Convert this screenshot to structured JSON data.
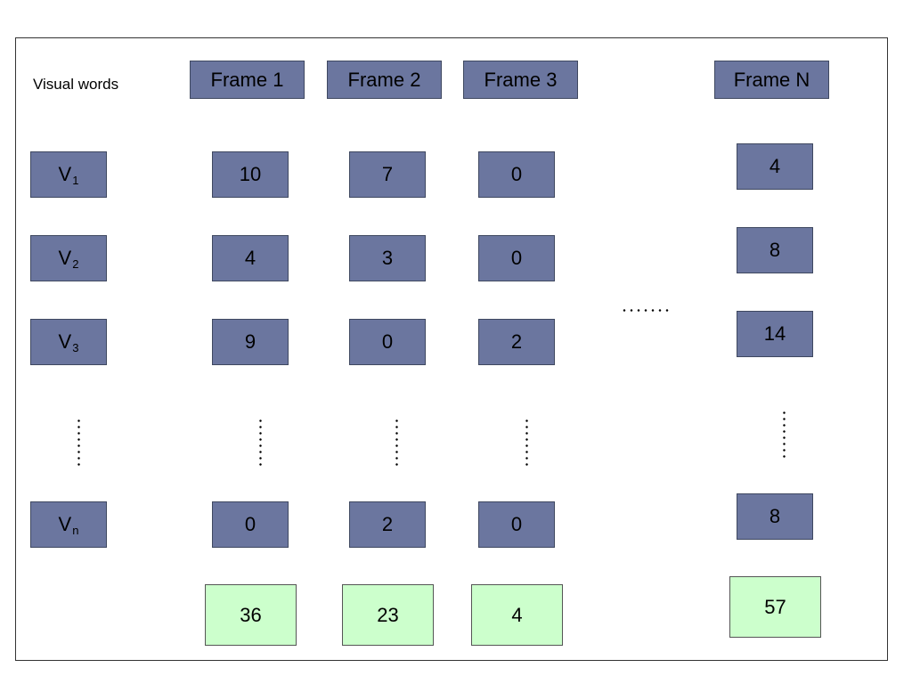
{
  "row_label": "Visual words",
  "frames": [
    "Frame 1",
    "Frame 2",
    "Frame 3",
    "Frame N"
  ],
  "visual_words": [
    {
      "base": "V",
      "sub": "1"
    },
    {
      "base": "V",
      "sub": "2"
    },
    {
      "base": "V",
      "sub": "3"
    },
    {
      "base": "V",
      "sub": "n"
    }
  ],
  "counts": {
    "frame1": [
      "10",
      "4",
      "9",
      "0"
    ],
    "frame2": [
      "7",
      "3",
      "0",
      "2"
    ],
    "frame3": [
      "0",
      "0",
      "2",
      "0"
    ],
    "frameN": [
      "4",
      "8",
      "14",
      "8"
    ]
  },
  "totals": [
    "36",
    "23",
    "4",
    "57"
  ],
  "colors": {
    "cell_fill": "#6b769f",
    "total_fill": "#ccffcc"
  }
}
